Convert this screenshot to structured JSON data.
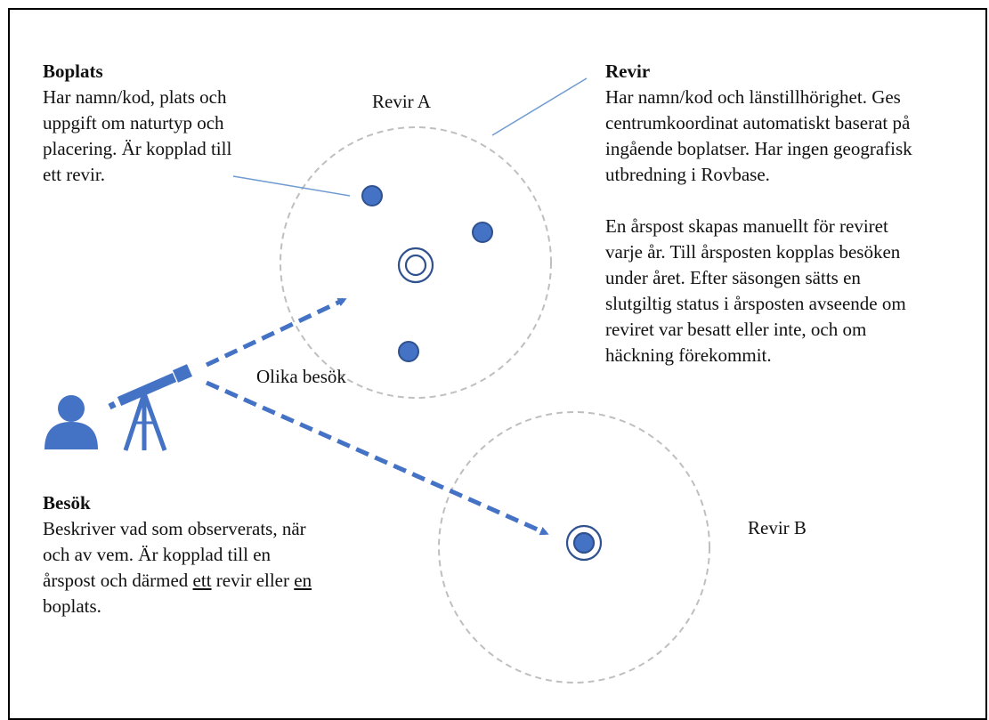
{
  "boplats": {
    "title": "Boplats",
    "lines": [
      "Har namn/kod, plats och",
      "uppgift om naturtyp och",
      "placering. Är kopplad till",
      "ett revir."
    ]
  },
  "revir": {
    "title": "Revir",
    "lines1": [
      "Har namn/kod och länstillhörighet. Ges",
      "centrumkoordinat automatiskt baserat på",
      "ingående boplatser. Har ingen geografisk",
      "utbredning i Rovbase."
    ],
    "lines2": [
      "En årspost skapas manuellt för reviret",
      "varje år. Till årsposten kopplas besöken",
      "under året. Efter säsongen sätts en",
      "slutgiltig status i årsposten avseende om",
      "reviret var besatt eller inte, och om",
      "häckning förekommit."
    ]
  },
  "besok": {
    "title": "Besök",
    "line1": "Beskriver vad som observerats, när",
    "line2": "och av vem. Är kopplad till en",
    "line3_a": "årspost och därmed ",
    "line3_b": "ett",
    "line3_c": " revir eller ",
    "line3_d": "en",
    "line4": "boplats."
  },
  "labels": {
    "revir_a": "Revir A",
    "revir_b": "Revir B",
    "olika_besok": "Olika besök"
  },
  "colors": {
    "blue": "#4472c4",
    "dark_blue": "#2f528f",
    "circle_gray": "#bfbfbf",
    "line_blue": "#6f9bd1"
  },
  "icons": [
    "person-icon",
    "telescope-icon"
  ]
}
